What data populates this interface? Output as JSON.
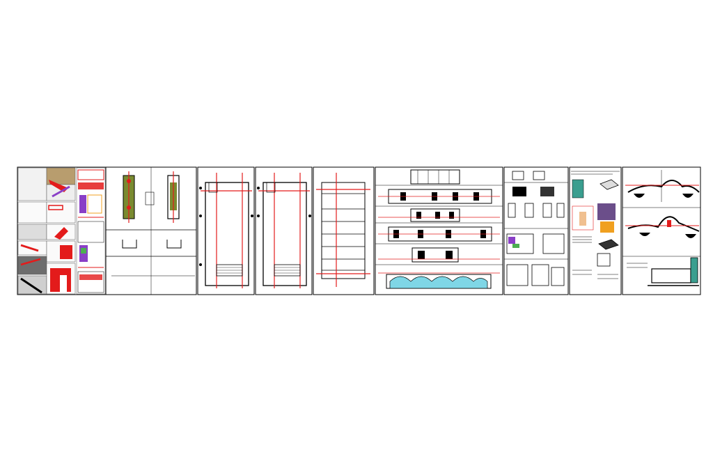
{
  "sheet_set": {
    "sheets": [
      {
        "kind": "site-plan"
      },
      {
        "kind": "plan-details"
      },
      {
        "kind": "floor-plan"
      },
      {
        "kind": "floor-plan"
      },
      {
        "kind": "structural-plan"
      },
      {
        "kind": "elevations-sections"
      },
      {
        "kind": "construction-details"
      },
      {
        "kind": "product-sheet"
      },
      {
        "kind": "section-details"
      }
    ]
  },
  "colors": {
    "accent": "#e31b1b",
    "line": "#000000",
    "paper": "#ffffff",
    "purple": "#8a3fc7",
    "green": "#4caf50",
    "cyan": "#7fd6e6",
    "teal": "#3a9e8f"
  }
}
